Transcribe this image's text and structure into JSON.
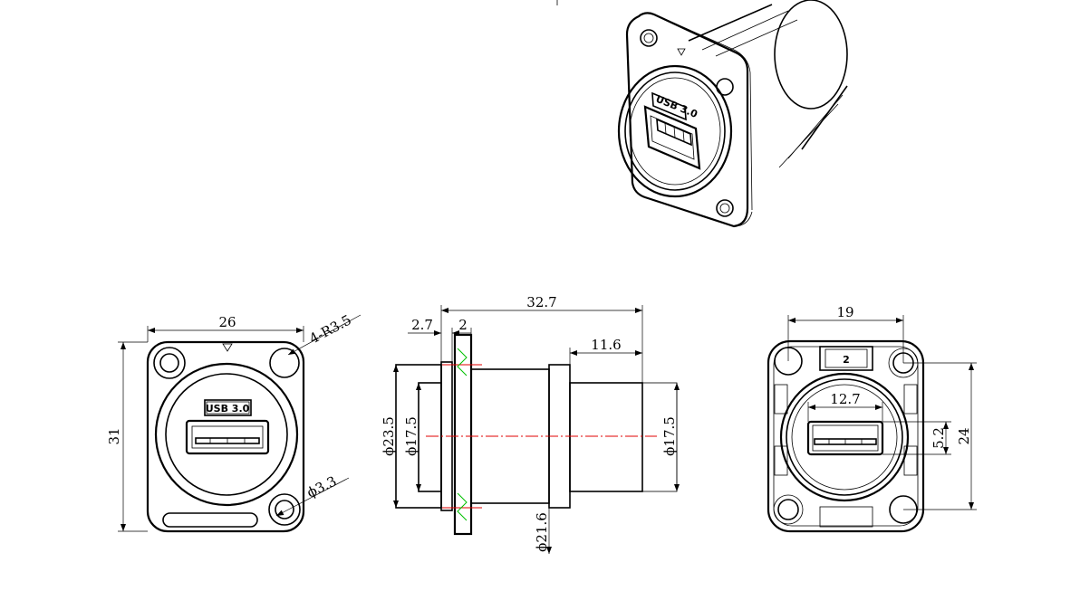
{
  "product": {
    "label_text": "USB 3.0",
    "rear_marking": "2"
  },
  "dimensions": {
    "front": {
      "width": "26",
      "height": "31",
      "corner_radius": "4-R3.5",
      "hole_diameter": "ϕ3.3"
    },
    "side": {
      "overall_length": "32.7",
      "flange_thickness": "2.7",
      "panel_gap": "2",
      "rear_length": "11.6",
      "flange_diameter": "ϕ23.5",
      "front_body_diameter": "ϕ17.5",
      "rear_body_diameter": "ϕ17.5",
      "mid_diameter": "ϕ21.6"
    },
    "rear": {
      "hole_spacing_horizontal": "19",
      "hole_spacing_vertical": "24",
      "port_width": "12.7",
      "port_height": "5.2"
    }
  }
}
